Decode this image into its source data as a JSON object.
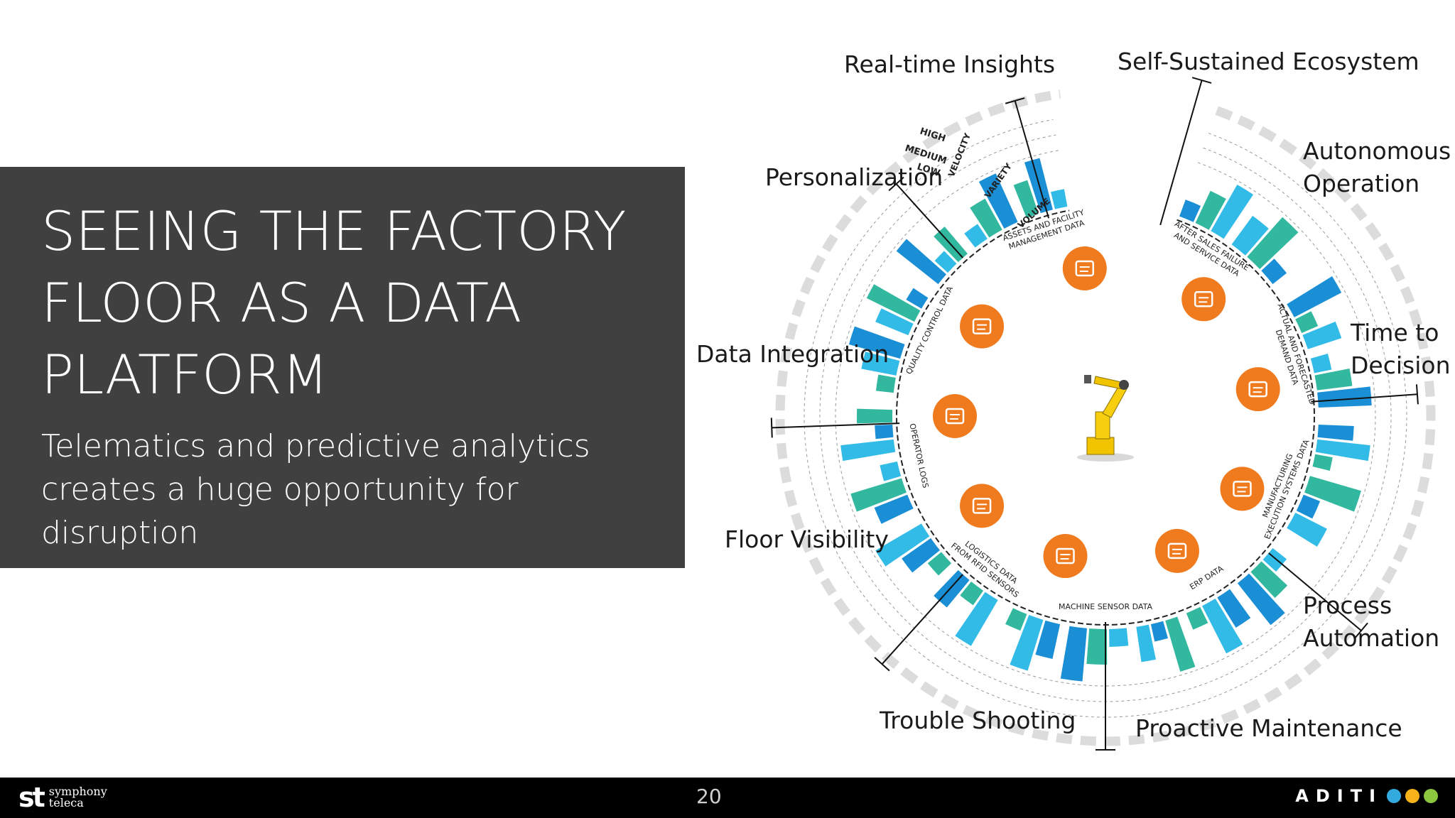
{
  "slide": {
    "title_lines": [
      "SEEING THE FACTORY",
      "FLOOR AS A DATA",
      "PLATFORM"
    ],
    "subtitle_lines": [
      "Telematics and predictive analytics",
      "creates a huge opportunity for disruption"
    ],
    "page_number": "20"
  },
  "diagram": {
    "outer_labels": [
      {
        "id": "realtime",
        "text": "Real-time Insights"
      },
      {
        "id": "selfsustained",
        "text": "Self-Sustained Ecosystem"
      },
      {
        "id": "personalization",
        "text": "Personalization"
      },
      {
        "id": "autonomous1",
        "text": "Autonomous"
      },
      {
        "id": "autonomous2",
        "text": "Operation"
      },
      {
        "id": "timeto1",
        "text": "Time to"
      },
      {
        "id": "timeto2",
        "text": "Decision"
      },
      {
        "id": "dataintegration",
        "text": "Data Integration"
      },
      {
        "id": "floorvisibility",
        "text": "Floor Visibility"
      },
      {
        "id": "process1",
        "text": "Process"
      },
      {
        "id": "process2",
        "text": "Automation"
      },
      {
        "id": "troubleshooting",
        "text": "Trouble Shooting"
      },
      {
        "id": "proactive",
        "text": "Proactive Maintenance"
      }
    ],
    "ring_labels": [
      "HIGH",
      "MEDIUM",
      "LOW",
      "VELOCITY",
      "VARIETY",
      "VOLUME"
    ],
    "data_sources": [
      {
        "lines": [
          "ASSETS AND FACILITY",
          "MANAGEMENT DATA"
        ]
      },
      {
        "lines": [
          "AFTER SALES FAILURE",
          "AND SERVICE DATA"
        ]
      },
      {
        "lines": [
          "ACTUAL AND FORECASTED",
          "DEMAND DATA"
        ]
      },
      {
        "lines": [
          "MANUFACTURING",
          "EXECUTION SYSTEMS DATA"
        ]
      },
      {
        "lines": [
          "ERP DATA"
        ]
      },
      {
        "lines": [
          "MACHINE SENSOR DATA"
        ]
      },
      {
        "lines": [
          "LOGISTICS DATA",
          "FROM RFID SENSORS"
        ]
      },
      {
        "lines": [
          "OPERATOR LOGS"
        ]
      },
      {
        "lines": [
          "QUALITY CONTROL DATA"
        ]
      }
    ],
    "colors": {
      "blue_dark": "#1b8fd6",
      "blue_light": "#33bbe8",
      "teal": "#33b8a0",
      "orange": "#f07a1e",
      "ring_gray": "#dcdcdc"
    },
    "icons": [
      "helmet-icon",
      "truck-icon",
      "document-icon",
      "signal-icon",
      "forklift-icon",
      "machine-icon",
      "screen-icon",
      "gear-icon",
      "monitor-icon",
      "robot-arm-icon"
    ]
  },
  "footer": {
    "left_logo_mark": "st",
    "left_logo_name_1": "symphony",
    "left_logo_name_2": "teleca",
    "right_logo_word": "ADITI",
    "right_logo_dot_colors": [
      "#33aadd",
      "#f5b21a",
      "#8cc63f"
    ]
  }
}
